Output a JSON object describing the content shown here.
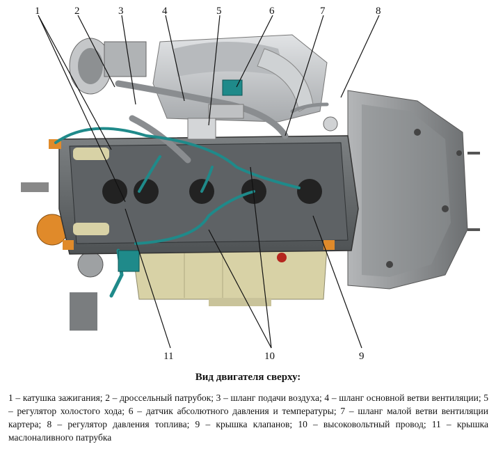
{
  "figure": {
    "callouts": [
      "1",
      "2",
      "3",
      "4",
      "5",
      "6",
      "7",
      "8",
      "9",
      "10",
      "11"
    ],
    "colors": {
      "engine_body": "#6f7274",
      "valve_cover": "#5e6265",
      "hoses": "#1f8a8a",
      "oil_pan": "#d8d2a6",
      "transmission": "#9a9c9e",
      "orange_parts": "#e08a2a",
      "intake": "#c9cccf"
    }
  },
  "caption": {
    "title": "Вид двигателя сверху:",
    "legend": "1 – катушка зажигания; 2 – дроссельный патрубок; 3 – шланг подачи воздуха; 4 – шланг основной ветви вентиляции; 5 – регулятор холостого хода; 6 – датчик абсолютного давления и температуры; 7 – шланг малой ветви вентиляции картера; 8 – регулятор давления топлива; 9 – крышка клапанов; 10 – высоковольтный провод; 11 – крышка маслоналивного патрубка"
  }
}
